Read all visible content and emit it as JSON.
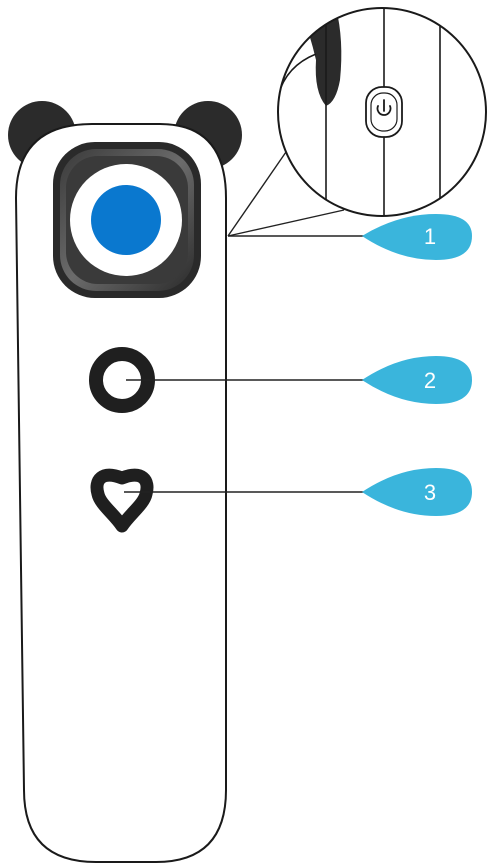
{
  "diagram": {
    "colors": {
      "outline": "#1a1a1a",
      "ear": "#2b2b2b",
      "joystick_base_outer": "#2a2a2a",
      "joystick_base_inner": "#5a5a5a",
      "joystick_ring": "#ffffff",
      "joystick_cap": "#0a78cf",
      "button_ring": "#1f1f1f",
      "callout_fill": "#3ab5dc",
      "callout_text": "#ffffff",
      "background": "#ffffff"
    },
    "callouts": [
      {
        "label": "1",
        "target": "side-power-button"
      },
      {
        "label": "2",
        "target": "upper-round-button"
      },
      {
        "label": "3",
        "target": "lower-heart-button"
      }
    ],
    "icons": {
      "power": "power-icon"
    }
  }
}
